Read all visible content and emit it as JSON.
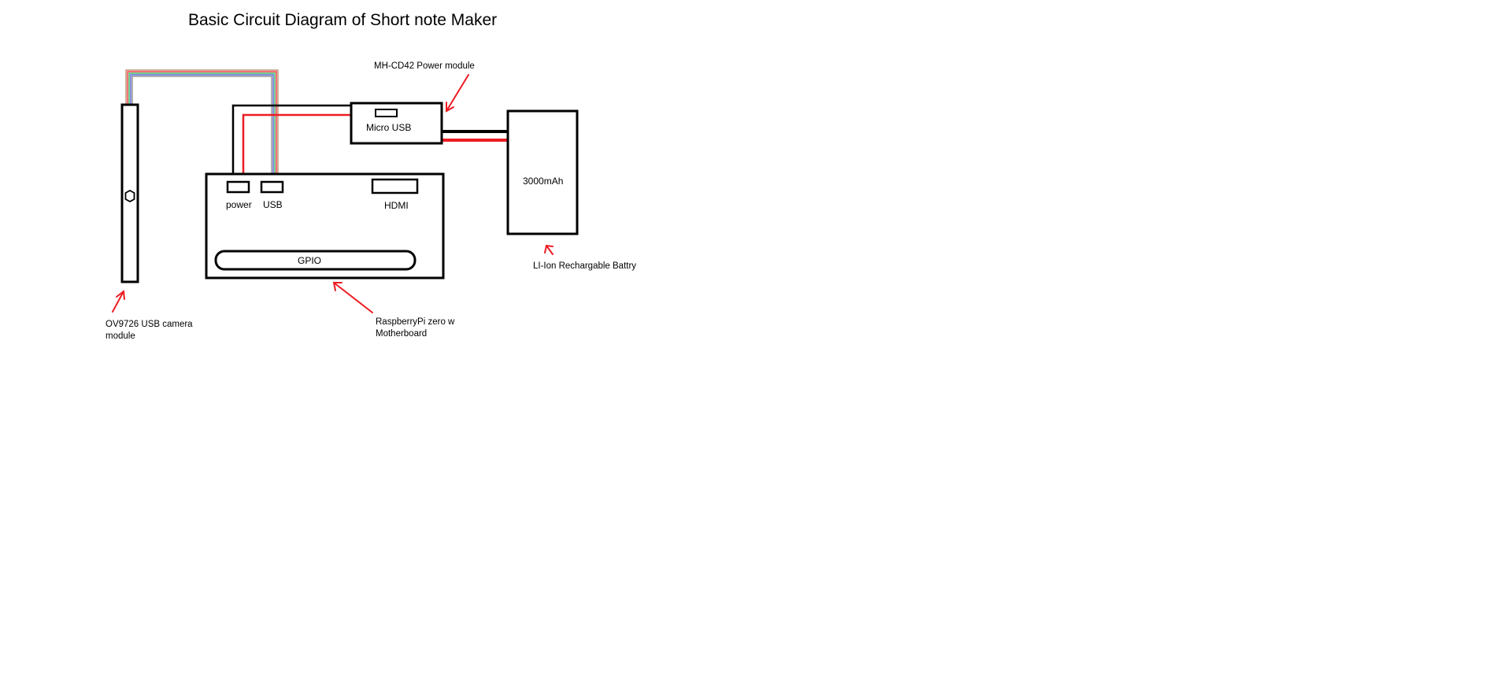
{
  "title": "Basic Circuit Diagram of Short note Maker",
  "components": {
    "power_module": {
      "label": "MH-CD42 Power module",
      "port_label": "Micro USB"
    },
    "battery": {
      "capacity_label": "3000mAh",
      "label": "LI-Ion Rechargable Battry"
    },
    "board": {
      "label_line1": "RaspberryPi zero w",
      "label_line2": "Motherboard",
      "power_port_label": "power",
      "usb_port_label": "USB",
      "hdmi_port_label": "HDMI",
      "gpio_label": "GPIO"
    },
    "camera": {
      "label_line1": "OV9726 USB camera",
      "label_line2": "module"
    }
  },
  "colors": {
    "outline": "#000000",
    "power_wire": "#ed1c24",
    "arrow": "#ed1c24",
    "camera_cable": [
      "#b97a57",
      "#ed1c24",
      "#22b14c",
      "#3f48cc",
      "#7f7f7f"
    ]
  }
}
